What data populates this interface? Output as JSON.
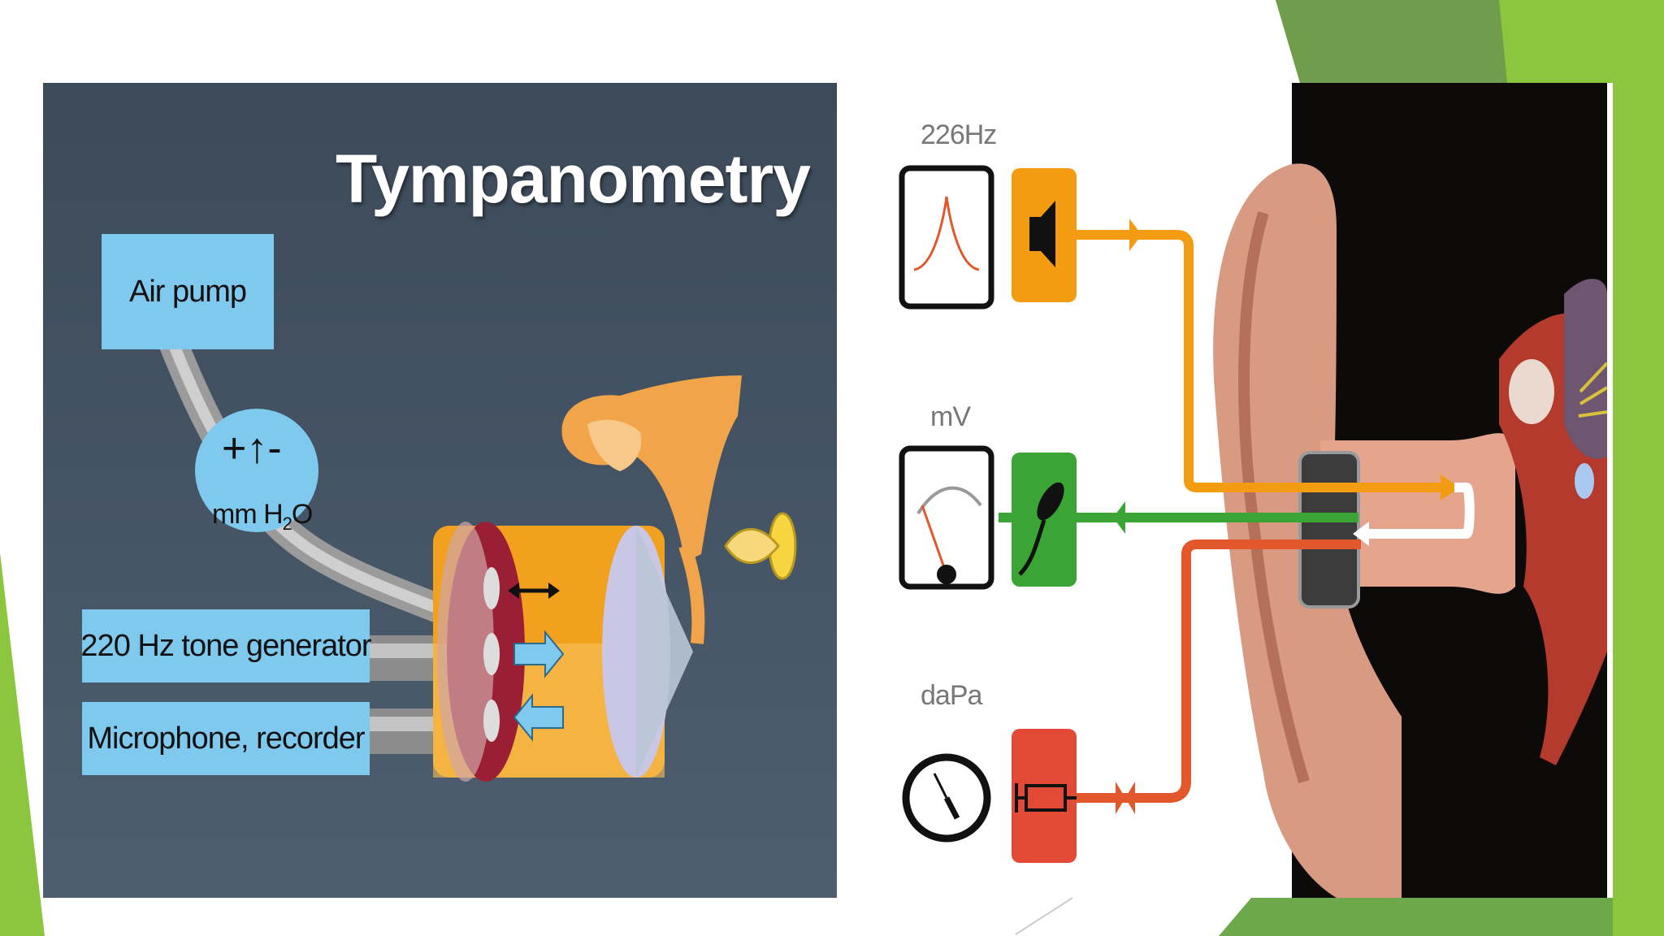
{
  "diagram_left": {
    "title": "Tympanometry",
    "air_pump_label": "Air pump",
    "gauge": {
      "symbols": "+↑-",
      "unit": "mm H",
      "unit_sub": "2",
      "unit_tail": "O"
    },
    "tone_generator_label": "220 Hz tone generator",
    "microphone_label": "Microphone, recorder"
  },
  "diagram_right": {
    "frequency_label": "226Hz",
    "voltage_label": "mV",
    "pressure_label": "daPa",
    "colors": {
      "tone": "#f39c12",
      "mic": "#3aa535",
      "pressure": "#e2582a"
    },
    "icons": [
      "speaker-icon",
      "microphone-icon",
      "syringe-icon"
    ]
  },
  "theme": {
    "accent_green": "#8cc63f",
    "dark_green": "#6a9a4a"
  }
}
